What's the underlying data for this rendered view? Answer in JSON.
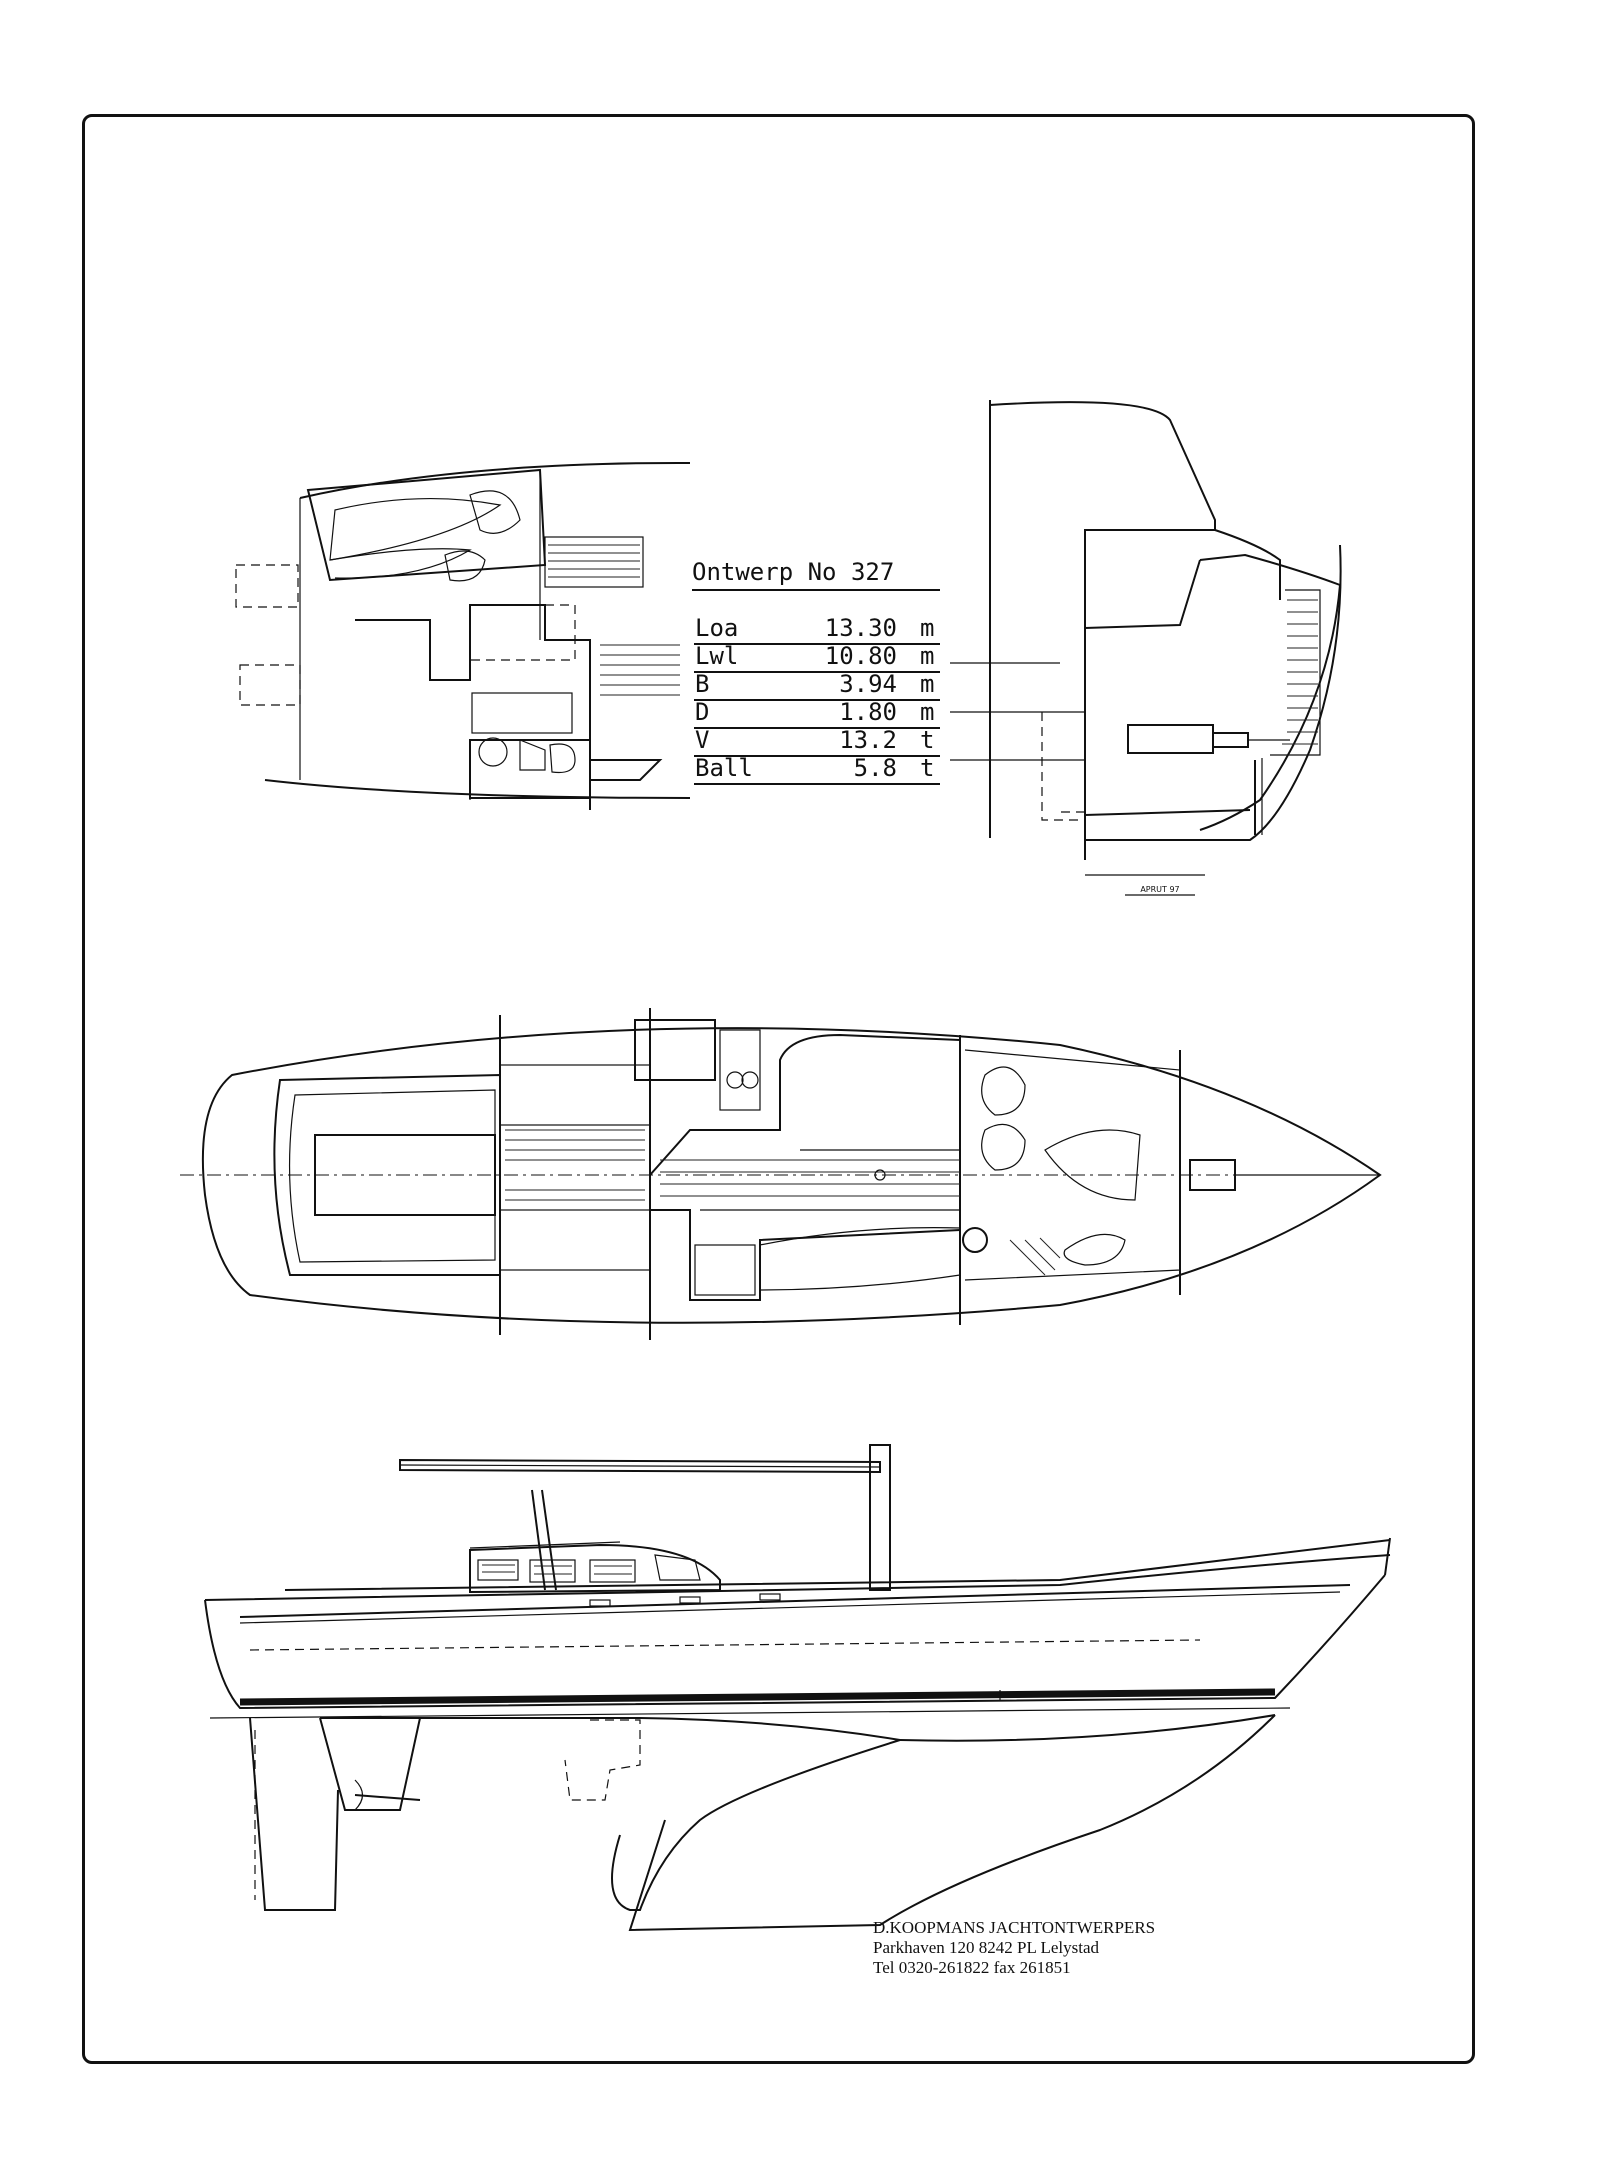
{
  "design": {
    "title": "Ontwerp No 327",
    "specs": [
      {
        "label": "Loa",
        "value": "13.30",
        "unit": "m"
      },
      {
        "label": "Lwl",
        "value": "10.80",
        "unit": "m"
      },
      {
        "label": "B",
        "value": "3.94",
        "unit": "m"
      },
      {
        "label": "D",
        "value": "1.80",
        "unit": "m"
      },
      {
        "label": "V",
        "value": "13.2",
        "unit": "t"
      },
      {
        "label": "Ball",
        "value": "5.8",
        "unit": "t"
      }
    ]
  },
  "drawing_labels": {
    "section_stamp": "APRUT 97"
  },
  "designer": {
    "name": "D.KOOPMANS JACHTONTWERPERS",
    "address": "Parkhaven 120 8242 PL Lelystad",
    "contact": "Tel 0320-261822 fax 261851"
  }
}
